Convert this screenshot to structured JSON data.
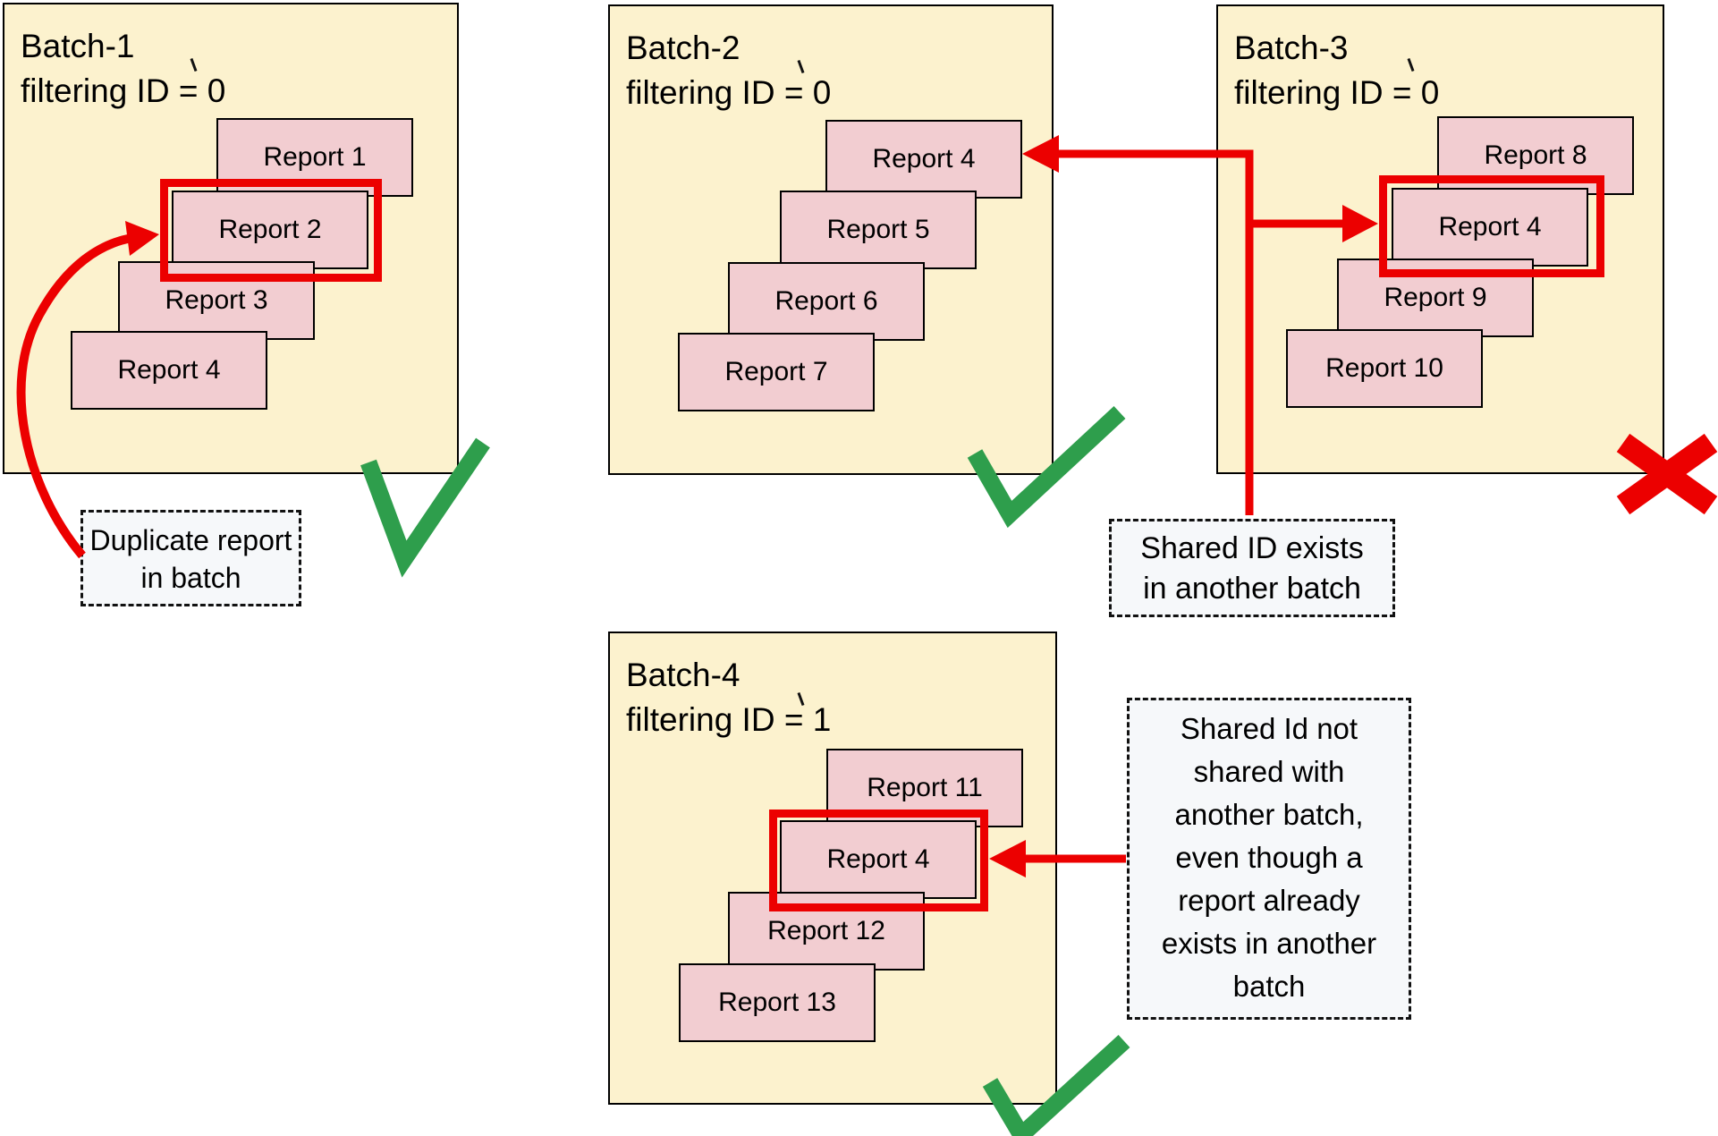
{
  "batches": [
    {
      "name": "Batch-1",
      "subtitle": "filtering ID = 0",
      "result": "pass",
      "reports": [
        {
          "label": "Report 1"
        },
        {
          "label": "Report 2",
          "highlighted": true
        },
        {
          "label": "Report 3"
        },
        {
          "label": "Report 4"
        }
      ]
    },
    {
      "name": "Batch-2",
      "subtitle": "filtering ID = 0",
      "result": "pass",
      "reports": [
        {
          "label": "Report 4"
        },
        {
          "label": "Report 5"
        },
        {
          "label": "Report 6"
        },
        {
          "label": "Report 7"
        }
      ]
    },
    {
      "name": "Batch-3",
      "subtitle": "filtering ID = 0",
      "result": "fail",
      "reports": [
        {
          "label": "Report 8"
        },
        {
          "label": "Report 4",
          "highlighted": true
        },
        {
          "label": "Report 9"
        },
        {
          "label": "Report 10"
        }
      ]
    },
    {
      "name": "Batch-4",
      "subtitle": "filtering ID = 1",
      "result": "pass",
      "reports": [
        {
          "label": "Report 11"
        },
        {
          "label": "Report 4",
          "highlighted": true
        },
        {
          "label": "Report 12"
        },
        {
          "label": "Report 13"
        }
      ]
    }
  ],
  "annotations": {
    "duplicate": {
      "lines": [
        "Duplicate report",
        "in batch"
      ]
    },
    "shared_exists": {
      "lines": [
        "Shared ID exists",
        "in another batch"
      ]
    },
    "shared_not": {
      "lines": [
        "Shared Id not",
        "shared with",
        "another batch,",
        "even though a",
        "report already",
        "exists in another",
        "batch"
      ]
    }
  },
  "icons": {
    "pass": "checkmark-icon",
    "fail": "cross-icon",
    "arrows": [
      "curved-arrow-duplicate",
      "arrow-shared-id-to-batch2",
      "arrow-shared-id-to-batch3",
      "arrow-not-shared-to-batch4"
    ]
  },
  "colors": {
    "batch_fill": "#FCF2CE",
    "report_fill": "#F2CDD1",
    "highlight_red": "#EC0000",
    "check_green": "#2E9E4C",
    "note_fill": "#F6F8FA",
    "border": "#000000"
  }
}
